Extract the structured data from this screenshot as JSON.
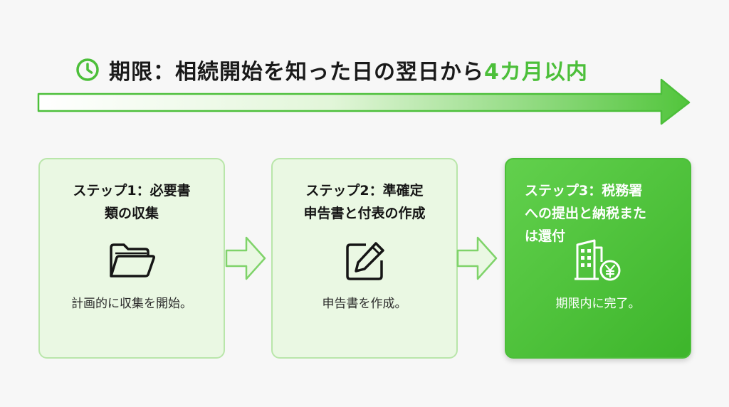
{
  "header": {
    "title_main": "期限：相続開始を知った日の翌日から",
    "title_highlight": "4カ月以内",
    "clock_icon": "clock-icon"
  },
  "colors": {
    "accent": "#4cbf3a",
    "card_light_bg": "#eaf8e3",
    "card_light_border": "#b9e6aa",
    "card_dark_bg": "#4cbf3a",
    "text": "#1a1a1a"
  },
  "steps": [
    {
      "title_line1": "ステップ1：必要書",
      "title_line2": "類の収集",
      "title_line3": "",
      "icon": "folder-icon",
      "description": "計画的に収集を開始。"
    },
    {
      "title_line1": "ステップ2：準確定",
      "title_line2": "申告書と付表の作成",
      "title_line3": "",
      "icon": "edit-icon",
      "description": "申告書を作成。"
    },
    {
      "title_line1": "ステップ3：税務署",
      "title_line2": "への提出と納税また",
      "title_line3": "は還付",
      "icon": "tax-office-yen-icon",
      "description": "期限内に完了。"
    }
  ]
}
